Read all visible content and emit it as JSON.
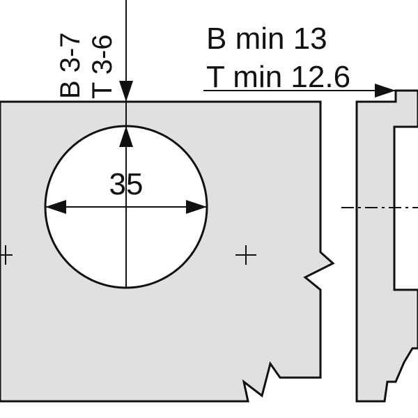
{
  "labels": {
    "diameter": "35",
    "vertical_b": "B 3-7",
    "vertical_t": "T 3-6",
    "b_min": "B min 13",
    "t_min": "T min 12.6"
  },
  "colors": {
    "panel_fill": "#e0e0e0",
    "line": "#111111",
    "hole_fill": "#ffffff"
  }
}
